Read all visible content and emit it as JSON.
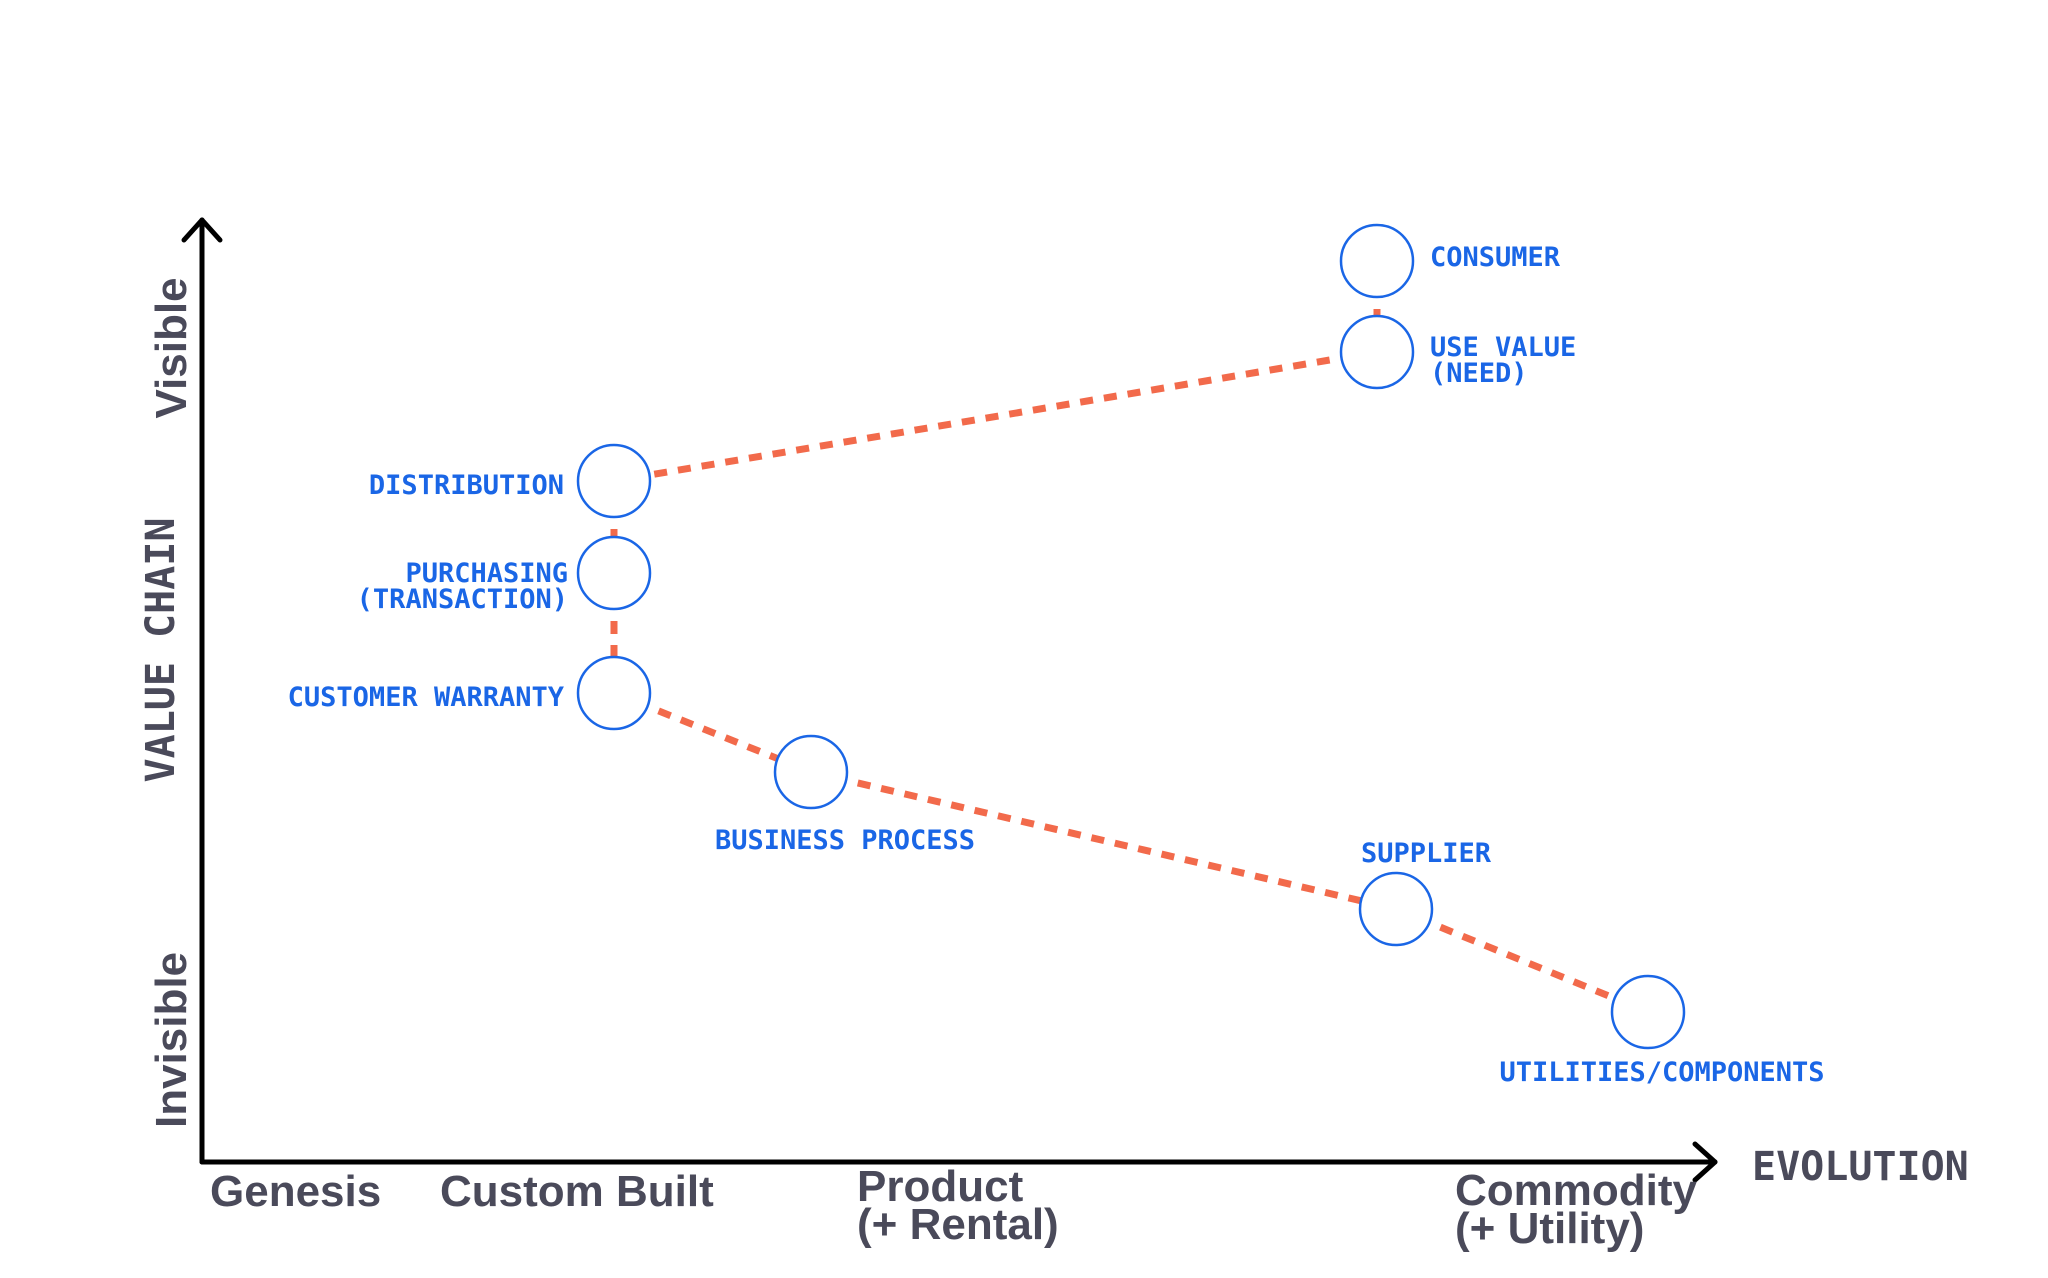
{
  "axes": {
    "y_title": "VALUE CHAIN",
    "y_top": "Visible",
    "y_bottom": "Invisible",
    "x_title": "EVOLUTION",
    "x_stages": [
      {
        "lines": [
          "Genesis"
        ]
      },
      {
        "lines": [
          "Custom Built"
        ]
      },
      {
        "lines": [
          "Product",
          "(+ Rental)"
        ]
      },
      {
        "lines": [
          "Commodity",
          "(+ Utility)"
        ]
      }
    ]
  },
  "nodes": [
    {
      "id": "consumer",
      "lines": [
        "CONSUMER"
      ]
    },
    {
      "id": "use-value",
      "lines": [
        "USE VALUE",
        "(NEED)"
      ]
    },
    {
      "id": "distribution",
      "lines": [
        "DISTRIBUTION"
      ]
    },
    {
      "id": "purchasing",
      "lines": [
        "PURCHASING",
        "(TRANSACTION)"
      ]
    },
    {
      "id": "customer-warranty",
      "lines": [
        "CUSTOMER WARRANTY"
      ]
    },
    {
      "id": "business-process",
      "lines": [
        "BUSINESS PROCESS"
      ]
    },
    {
      "id": "supplier",
      "lines": [
        "SUPPLIER"
      ]
    },
    {
      "id": "utilities-components",
      "lines": [
        "UTILITIES/COMPONENTS"
      ]
    }
  ],
  "links": [
    [
      "consumer",
      "use-value"
    ],
    [
      "use-value",
      "distribution"
    ],
    [
      "distribution",
      "purchasing"
    ],
    [
      "purchasing",
      "customer-warranty"
    ],
    [
      "customer-warranty",
      "business-process"
    ],
    [
      "business-process",
      "supplier"
    ],
    [
      "supplier",
      "utilities-components"
    ]
  ],
  "colors": {
    "node": "#1a66e6",
    "link": "#f26a4b",
    "axis": "#000000",
    "axis_text": "#4a4a5a"
  }
}
